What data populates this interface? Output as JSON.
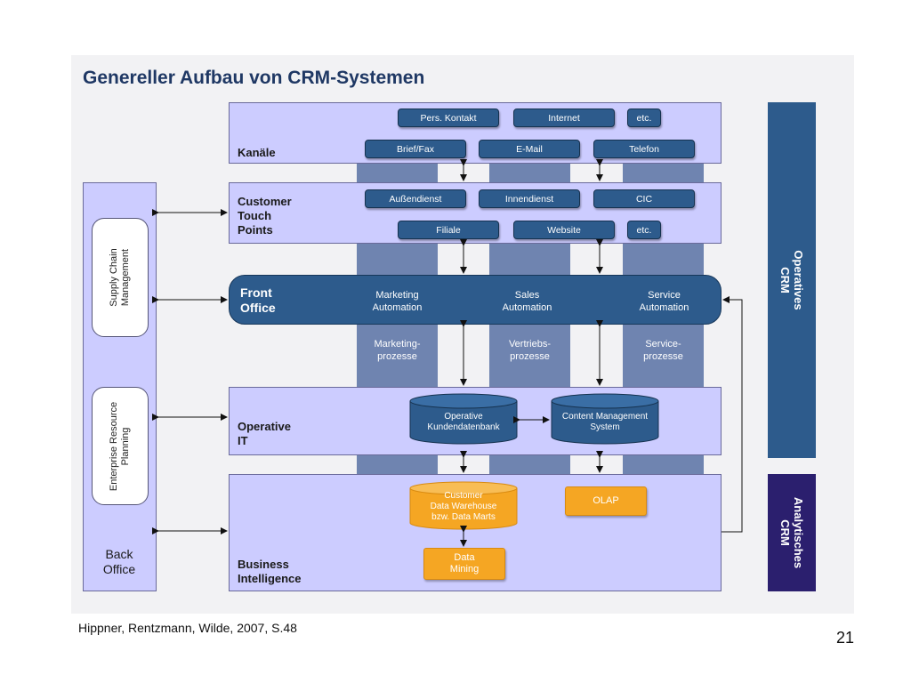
{
  "title": "Genereller Aufbau von CRM-Systemen",
  "layers": {
    "kanaele": "Kanäle",
    "touch_points": [
      "Customer",
      "Touch",
      "Points"
    ],
    "front_office": [
      "Front",
      "Office"
    ],
    "operative_it": [
      "Operative",
      "IT"
    ],
    "business_intelligence": [
      "Business",
      "Intelligence"
    ]
  },
  "channels": {
    "row1": [
      "Pers. Kontakt",
      "Internet",
      "etc."
    ],
    "row2": [
      "Brief/Fax",
      "E-Mail",
      "Telefon"
    ]
  },
  "touch_points_items": {
    "row1": [
      "Außendienst",
      "Innendienst",
      "CIC"
    ],
    "row2": [
      "Filiale",
      "Website",
      "etc."
    ]
  },
  "automation": [
    [
      "Marketing",
      "Automation"
    ],
    [
      "Sales",
      "Automation"
    ],
    [
      "Service",
      "Automation"
    ]
  ],
  "processes": [
    [
      "Marketing-",
      "prozesse"
    ],
    [
      "Vertriebs-",
      "prozesse"
    ],
    [
      "Service-",
      "prozesse"
    ]
  ],
  "databases": {
    "kundendatenbank": [
      "Operative",
      "Kundendatenbank"
    ],
    "content_mgmt": [
      "Content Management",
      "System"
    ],
    "warehouse": [
      "Customer",
      "Data Warehouse",
      "bzw. Data Marts"
    ]
  },
  "olap": "OLAP",
  "data_mining": [
    "Data",
    "Mining"
  ],
  "back_office": {
    "scm": [
      "Supply Chain",
      "Management"
    ],
    "erp": [
      "Enterprise Resource",
      "Planning"
    ],
    "label": [
      "Back",
      "Office"
    ]
  },
  "side_bands": {
    "operative": [
      "Operatives",
      "CRM"
    ],
    "analytisch": [
      "Analytisches",
      "CRM"
    ]
  },
  "colors": {
    "title": "#1f3864",
    "lavender": "#ccccff",
    "column": "#6f84b0",
    "chip": "#2d5b8c",
    "orange": "#f5a623",
    "operative_band": "#2d5b8c",
    "analytic_band": "#2b1f6e"
  },
  "footer": "Hippner, Rentzmann, Wilde, 2007, S.48",
  "page_number": "21"
}
